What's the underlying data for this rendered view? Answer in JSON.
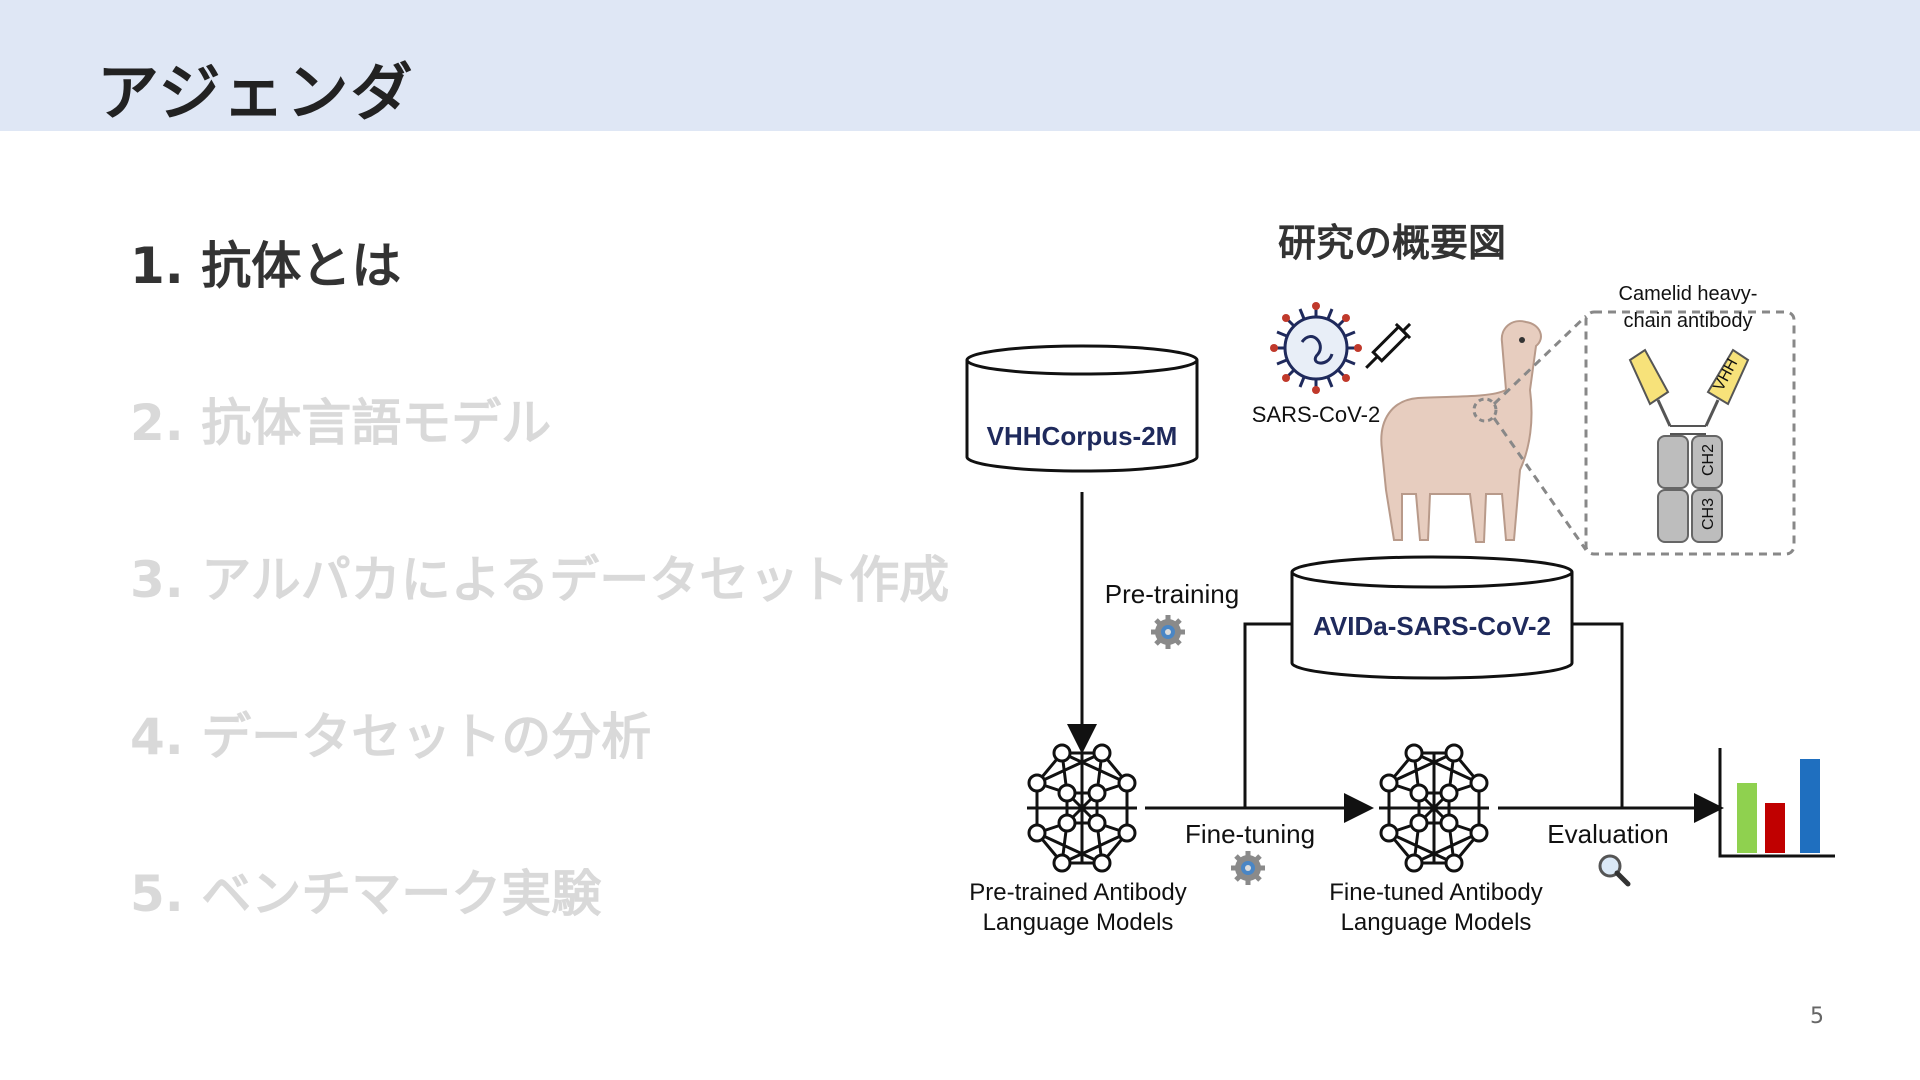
{
  "slide": {
    "title": "アジェンダ",
    "page_number": "5"
  },
  "agenda": [
    {
      "label": "1. 抗体とは",
      "active": true
    },
    {
      "label": "2. 抗体言語モデル",
      "active": false
    },
    {
      "label": "3. アルパカによるデータセット作成",
      "active": false
    },
    {
      "label": "4. データセットの分析",
      "active": false
    },
    {
      "label": "5. ベンチマーク実験",
      "active": false
    }
  ],
  "figure": {
    "title": "研究の概要図",
    "corpus_db": "VHHCorpus-2M",
    "dataset_db": "AVIDa-SARS-CoV-2",
    "virus_label": "SARS-CoV-2",
    "antibody_caption_line1": "Camelid heavy-",
    "antibody_caption_line2": "chain antibody",
    "domain_vhh": "VHH",
    "domain_ch2": "CH2",
    "domain_ch3": "CH3",
    "step_pretraining": "Pre-training",
    "step_finetuning": "Fine-tuning",
    "step_evaluation": "Evaluation",
    "pretrained_line1": "Pre-trained Antibody",
    "pretrained_line2": "Language Models",
    "finetuned_line1": "Fine-tuned Antibody",
    "finetuned_line2": "Language Models"
  },
  "colors": {
    "header_bg": "#dfe7f5",
    "db_text": "#1f2a5c",
    "bar_green": "#8fd14f",
    "bar_red": "#c00000",
    "bar_blue": "#1f6fbf",
    "vhh_yellow": "#f7e27a"
  },
  "icons": [
    "gear-icon",
    "magnifier-icon",
    "virus-icon",
    "syringe-icon",
    "alpaca-icon",
    "neural-network-icon",
    "bar-chart-icon",
    "database-icon"
  ]
}
